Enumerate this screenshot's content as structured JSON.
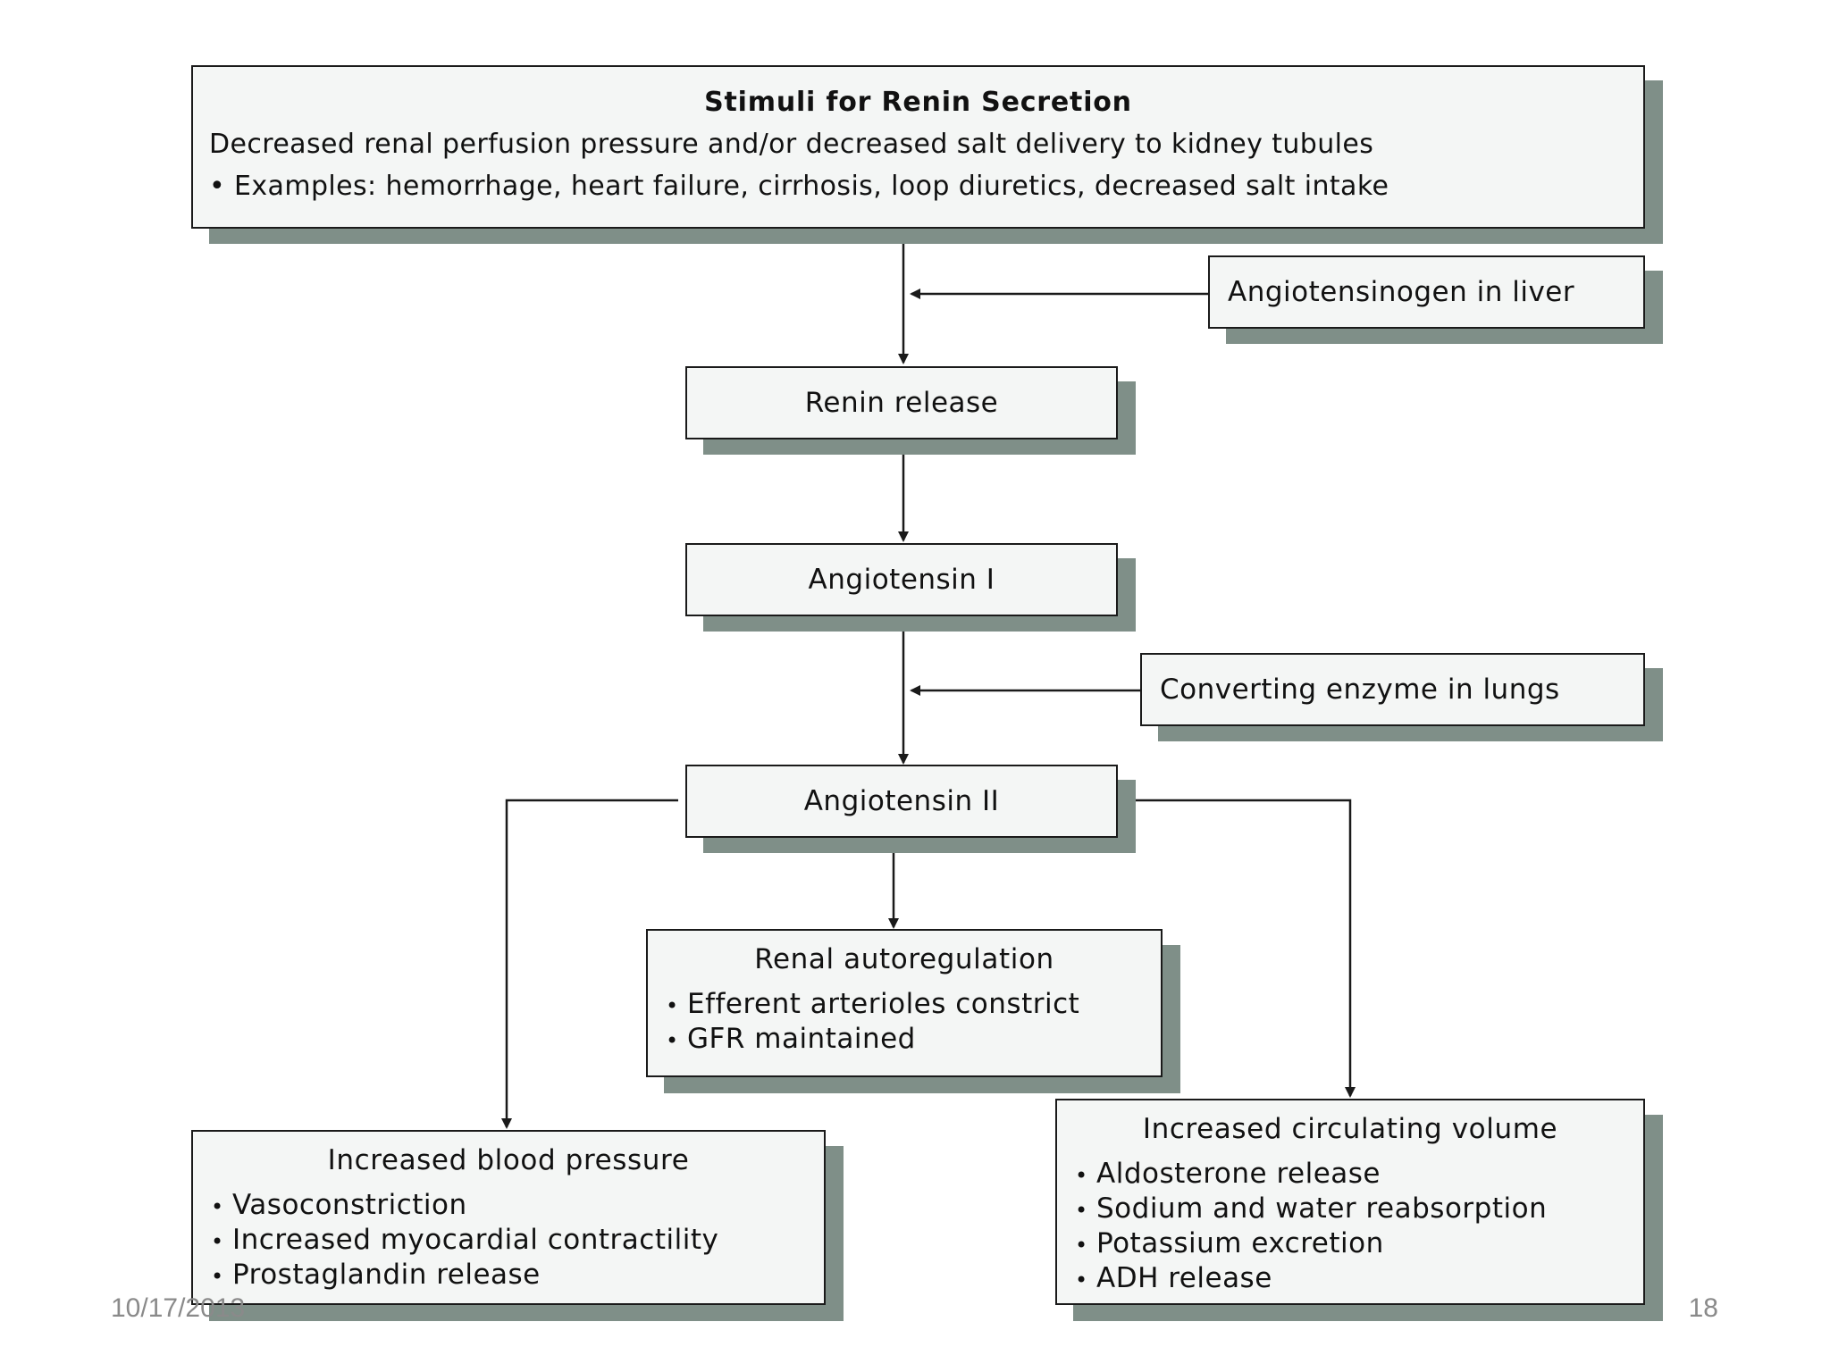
{
  "diagram": {
    "stimuli": {
      "title": "Stimuli for Renin Secretion",
      "line1": "Decreased renal perfusion pressure and/or decreased salt delivery to kidney tubules",
      "line2": "• Examples: hemorrhage, heart failure, cirrhosis, loop diuretics, decreased salt intake"
    },
    "angiotensinogen": "Angiotensinogen in liver",
    "renin_release": "Renin release",
    "angiotensin_1": "Angiotensin I",
    "converting_enzyme": "Converting enzyme in lungs",
    "angiotensin_2": "Angiotensin II",
    "renal_autoregulation": {
      "title": "Renal autoregulation",
      "items": [
        "Efferent arterioles constrict",
        "GFR maintained"
      ]
    },
    "blood_pressure": {
      "title": "Increased blood pressure",
      "items": [
        "Vasoconstriction",
        "Increased myocardial contractility",
        "Prostaglandin release"
      ]
    },
    "circulating_volume": {
      "title": "Increased circulating volume",
      "items": [
        "Aldosterone release",
        "Sodium and water reabsorption",
        "Potassium excretion",
        "ADH release"
      ]
    }
  },
  "footer": {
    "date": "10/17/2013",
    "page_number": "18"
  },
  "colors": {
    "box_fill": "#f4f6f5",
    "box_border": "#1a1a1a",
    "shadow": "#7f8f88",
    "footer_text": "#8a8a8a"
  }
}
